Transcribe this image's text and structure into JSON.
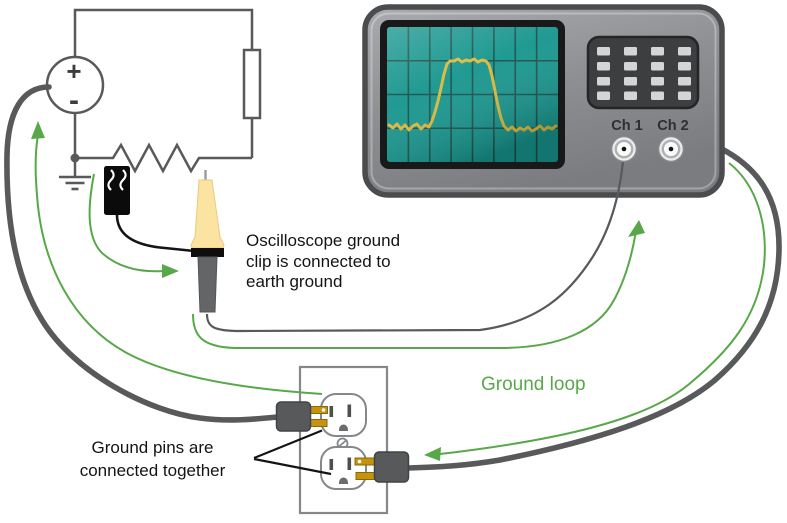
{
  "labels": {
    "probe_note": "Oscilloscope ground clip is connected to earth ground",
    "ground_pins_note": "Ground pins are connected together",
    "ground_loop": "Ground loop",
    "channel_1": "Ch 1",
    "channel_2": "Ch 2",
    "source_plus": "+",
    "source_minus": "-"
  },
  "colors": {
    "arrow_green": "#58a84a",
    "wire_gray": "#58595b",
    "prong_gold": "#c6930f",
    "screen_teal": "#17968e",
    "trace_yellow": "#d9ba3e",
    "probe_cream": "#fbe3a2"
  }
}
